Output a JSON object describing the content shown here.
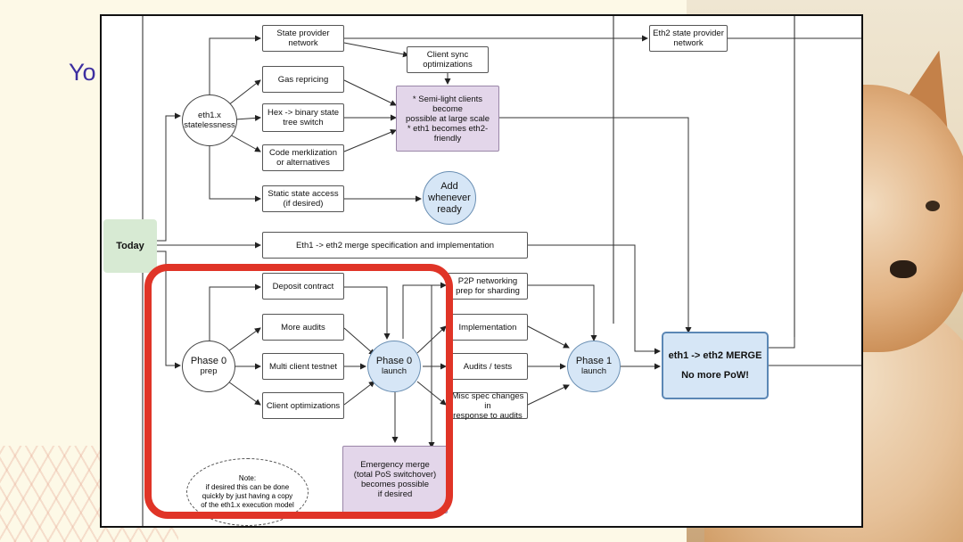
{
  "slide": {
    "title_partial": "Yo"
  },
  "colors": {
    "highlight": "#e03427",
    "title": "#3d2fa0",
    "today_fill": "#d7ead3",
    "blue_fill": "#d6e6f6",
    "purple_fill": "#e3d6ea"
  },
  "diagram": {
    "today": "Today",
    "eth1x": "eth1.x\nstatelessness",
    "state_provider": "State provider\nnetwork",
    "client_sync": "Client sync\noptimizations",
    "gas": "Gas repricing",
    "hex": "Hex -> binary state\ntree switch",
    "code_merk": "Code merklization\nor alternatives",
    "static_state": "Static state access\n(if desired)",
    "semi_light": "* Semi-light clients become\npossible at large scale\n* eth1 becomes eth2-friendly",
    "add_whenever": "Add\nwhenever\nready",
    "eth2_state": "Eth2 state provider\nnetwork",
    "merge_spec": "Eth1 -> eth2 merge specification and implementation",
    "deposit": "Deposit contract",
    "more_audits": "More audits",
    "multi_client": "Multi client testnet",
    "client_opt": "Client optimizations",
    "phase0_prep_title": "Phase 0",
    "phase0_prep_sub": "prep",
    "phase0_launch_title": "Phase 0",
    "phase0_launch_sub": "launch",
    "p2p": "P2P networking\nprep for sharding",
    "implementation": "Implementation",
    "audits_tests": "Audits / tests",
    "misc_spec": "Misc spec changes in\nresponse to audits",
    "phase1_title": "Phase 1",
    "phase1_sub": "launch",
    "merge_title": "eth1 -> eth2 MERGE",
    "merge_sub": "No more PoW!",
    "emergency": "Emergency merge\n(total PoS switchover)\nbecomes possible\nif desired",
    "note": "Note:\nif desired this can be done\nquickly by just having a copy\nof the eth1.x execution model"
  }
}
